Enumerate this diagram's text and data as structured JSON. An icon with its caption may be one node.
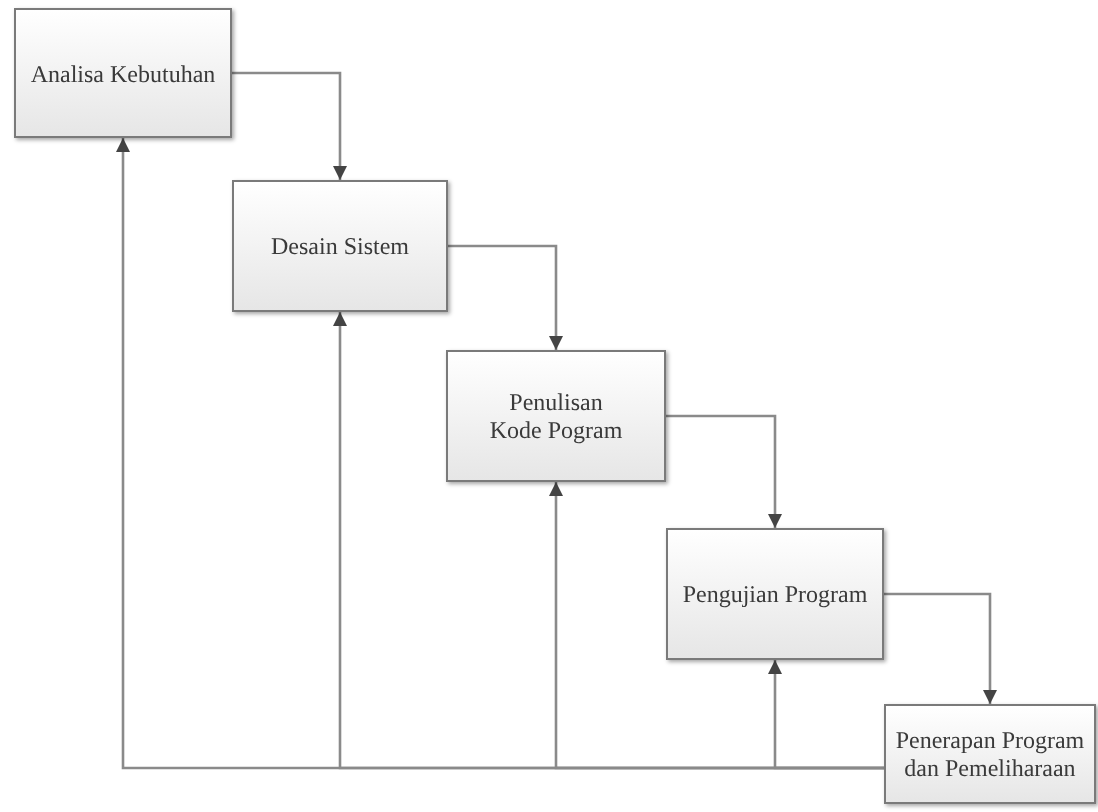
{
  "diagram": {
    "nodes": [
      {
        "text": [
          "Analisa Kebutuhan"
        ]
      },
      {
        "text": [
          "Desain Sistem"
        ]
      },
      {
        "text": [
          "Penulisan Kode Pogram"
        ]
      },
      {
        "text": [
          "Pengujian Program"
        ]
      },
      {
        "text": [
          "Penerapan Program dan Pemeliharaan"
        ]
      }
    ],
    "edges": [
      {
        "from": 0,
        "to": 1,
        "arrow": "to"
      },
      {
        "from": 1,
        "to": 2,
        "arrow": "to"
      },
      {
        "from": 2,
        "to": 3,
        "arrow": "to"
      },
      {
        "from": 3,
        "to": 4,
        "arrow": "to"
      },
      {
        "from": 4,
        "to": 0,
        "arrow": "to"
      },
      {
        "from": 4,
        "to": 1,
        "arrow": "to"
      },
      {
        "from": 4,
        "to": 2,
        "arrow": "to"
      },
      {
        "from": 4,
        "to": 3,
        "arrow": "to"
      }
    ]
  }
}
